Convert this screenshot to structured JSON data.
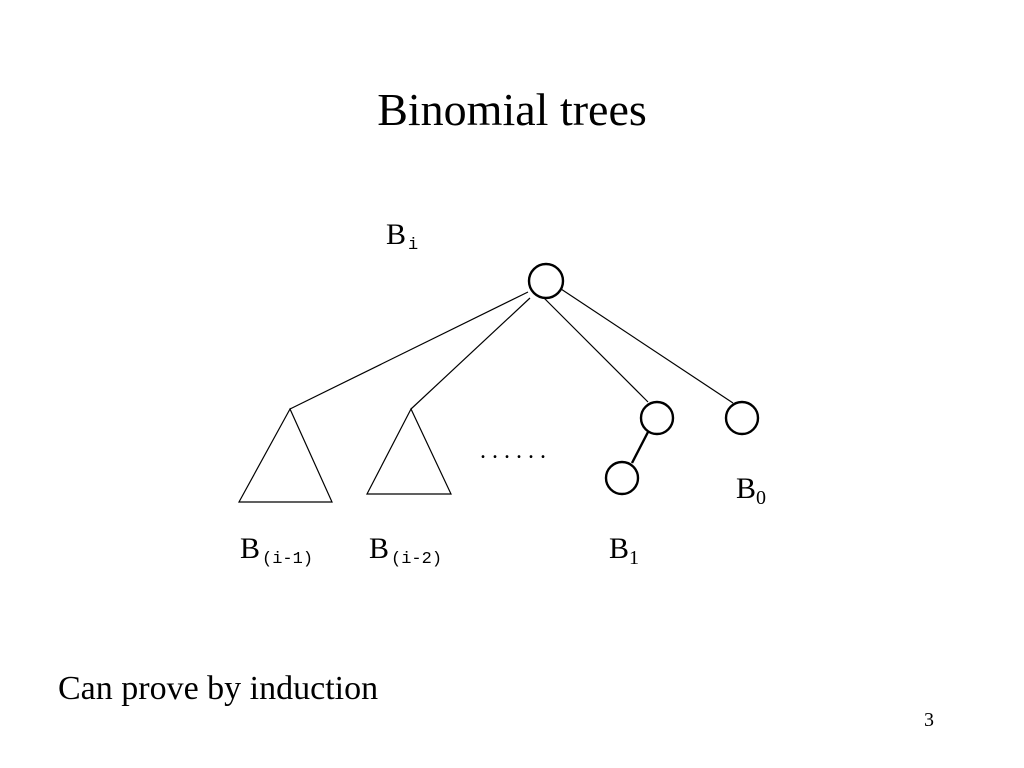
{
  "slide": {
    "title": "Binomial trees",
    "body_text": "Can prove by induction",
    "page_number": "3"
  },
  "diagram": {
    "root_label": {
      "base": "B",
      "sub": "i"
    },
    "subtree_labels": [
      {
        "base": "B",
        "sub": "(i-1)"
      },
      {
        "base": "B",
        "sub": "(i-2)"
      },
      {
        "base": "B",
        "sub": "1"
      },
      {
        "base": "B",
        "sub": "0"
      }
    ],
    "ellipsis": ". . . . . ."
  }
}
